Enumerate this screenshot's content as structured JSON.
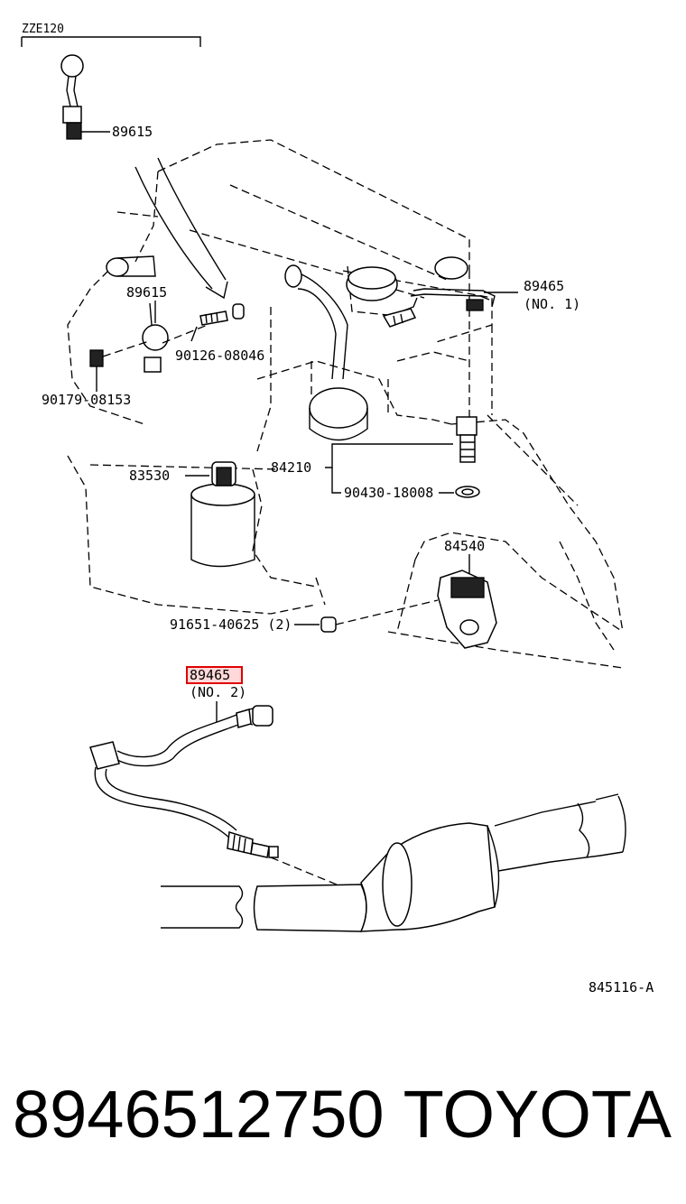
{
  "diagram": {
    "model_code": "ZZE120",
    "figure_code": "845116-A",
    "labels": {
      "p89615_top": "89615",
      "p89615_mid": "89615",
      "p90126": "90126-08046",
      "p90179": "90179-08153",
      "p89465_no1": "89465",
      "p89465_no1_sub": "(NO. 1)",
      "p83530": "83530",
      "p84210": "84210",
      "p90430": "90430-18008",
      "p84540": "84540",
      "p91651": "91651-40625 (2)",
      "p89465_no2": "89465",
      "p89465_no2_sub": "(NO. 2)"
    },
    "highlight": {
      "part": "89465",
      "color": "#e00000"
    }
  },
  "footer": {
    "part_number": "8946512750",
    "brand": "TOYOTA"
  }
}
